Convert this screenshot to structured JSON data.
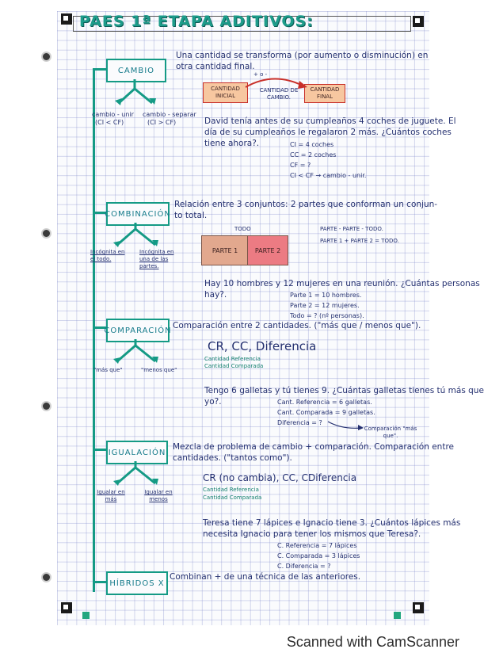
{
  "title": "PAES 1ª ETAPA ADITIVOS:",
  "footer": "Scanned with CamScanner",
  "sections": {
    "cambio": {
      "label": "CAMBIO",
      "desc1": "Una cantidad se transforma (por aumento o disminución) en",
      "desc2": "otra cantidad final.",
      "left": "cambio - unir",
      "left2": "(CI < CF)",
      "right": "cambio - separar",
      "right2": "(CI > CF)",
      "pm": "+ o -",
      "ci": "CANTIDAD INICIAL",
      "cc": "CANTIDAD DE CAMBIO.",
      "cf": "CANTIDAD FINAL",
      "ex1": "David tenía antes de su cumpleaños 4 coches de juguete. El",
      "ex2": "día de su cumpleaños le regalaron 2 más. ¿Cuántos coches",
      "ex3": "tiene ahora?.",
      "s1": "CI = 4 coches",
      "s2": "CC = 2 coches",
      "s3": "CF = ?",
      "s4": "CI < CF → cambio - unir."
    },
    "combinacion": {
      "label": "COMBINACIÓN",
      "desc1": "Relación entre 3 conjuntos: 2 partes que conforman un conjun-",
      "desc2": "to total.",
      "left": "Incógnita en el todo.",
      "right": "Incógnita en una de las partes.",
      "todo": "TODO",
      "p1": "PARTE 1",
      "p2": "PARTE 2",
      "r1": "PARTE - PARTE - TODO.",
      "r2": "PARTE 1 + PARTE 2 = TODO.",
      "ex1": "Hay 10 hombres y 12 mujeres en una reunión. ¿Cuántas personas",
      "ex2": "hay?.",
      "s1": "Parte 1 = 10 hombres.",
      "s2": "Parte 2 = 12 mujeres.",
      "s3": "Todo = ? (nº personas)."
    },
    "comparacion": {
      "label": "COMPARACIÓN",
      "desc1": "Comparación entre 2 cantidades. (\"más que / menos que\").",
      "left": "\"más que\"",
      "right": "\"menos que\"",
      "formula": "CR, CC, Diferencia",
      "f1": "Cantidad Referencia",
      "f2": "Cantidad Comparada",
      "ex1": "Tengo 6 galletas y tú tienes 9. ¿Cuántas galletas tienes tú más que",
      "ex2": "yo?.",
      "s1": "Cant. Referencia = 6 galletas.",
      "s2": "Cant. Comparada = 9 galletas.",
      "s3": "Diferencia = ?",
      "note": "Comparación \"más que\"."
    },
    "igualacion": {
      "label": "IGUALACIÓN",
      "desc1": "Mezcla de problema de cambio + comparación. Comparación entre",
      "desc2": "cantidades. (\"tantos como\").",
      "left": "Igualar en más",
      "right": "Igualar en menos",
      "formula": "CR (no cambia), CC, CDiferencia",
      "f1": "Cantidad Referencia",
      "f2": "Cantidad Comparada",
      "ex1": "Teresa tiene 7 lápices e Ignacio tiene 3. ¿Cuántos lápices más",
      "ex2": "necesita Ignacio para tener los mismos que Teresa?.",
      "s1": "C. Referencia = 7 lápices",
      "s2": "C. Comparada = 3 lápices",
      "s3": "C. Diferencia = ?"
    },
    "hibridos": {
      "label": "HÍBRIDOS X",
      "desc1": "Combinan + de una técnica de las anteriores."
    }
  },
  "colors": {
    "ink": "#243070",
    "teal": "#149a85",
    "red": "#c8302a",
    "peach": "#f7c7a0"
  }
}
